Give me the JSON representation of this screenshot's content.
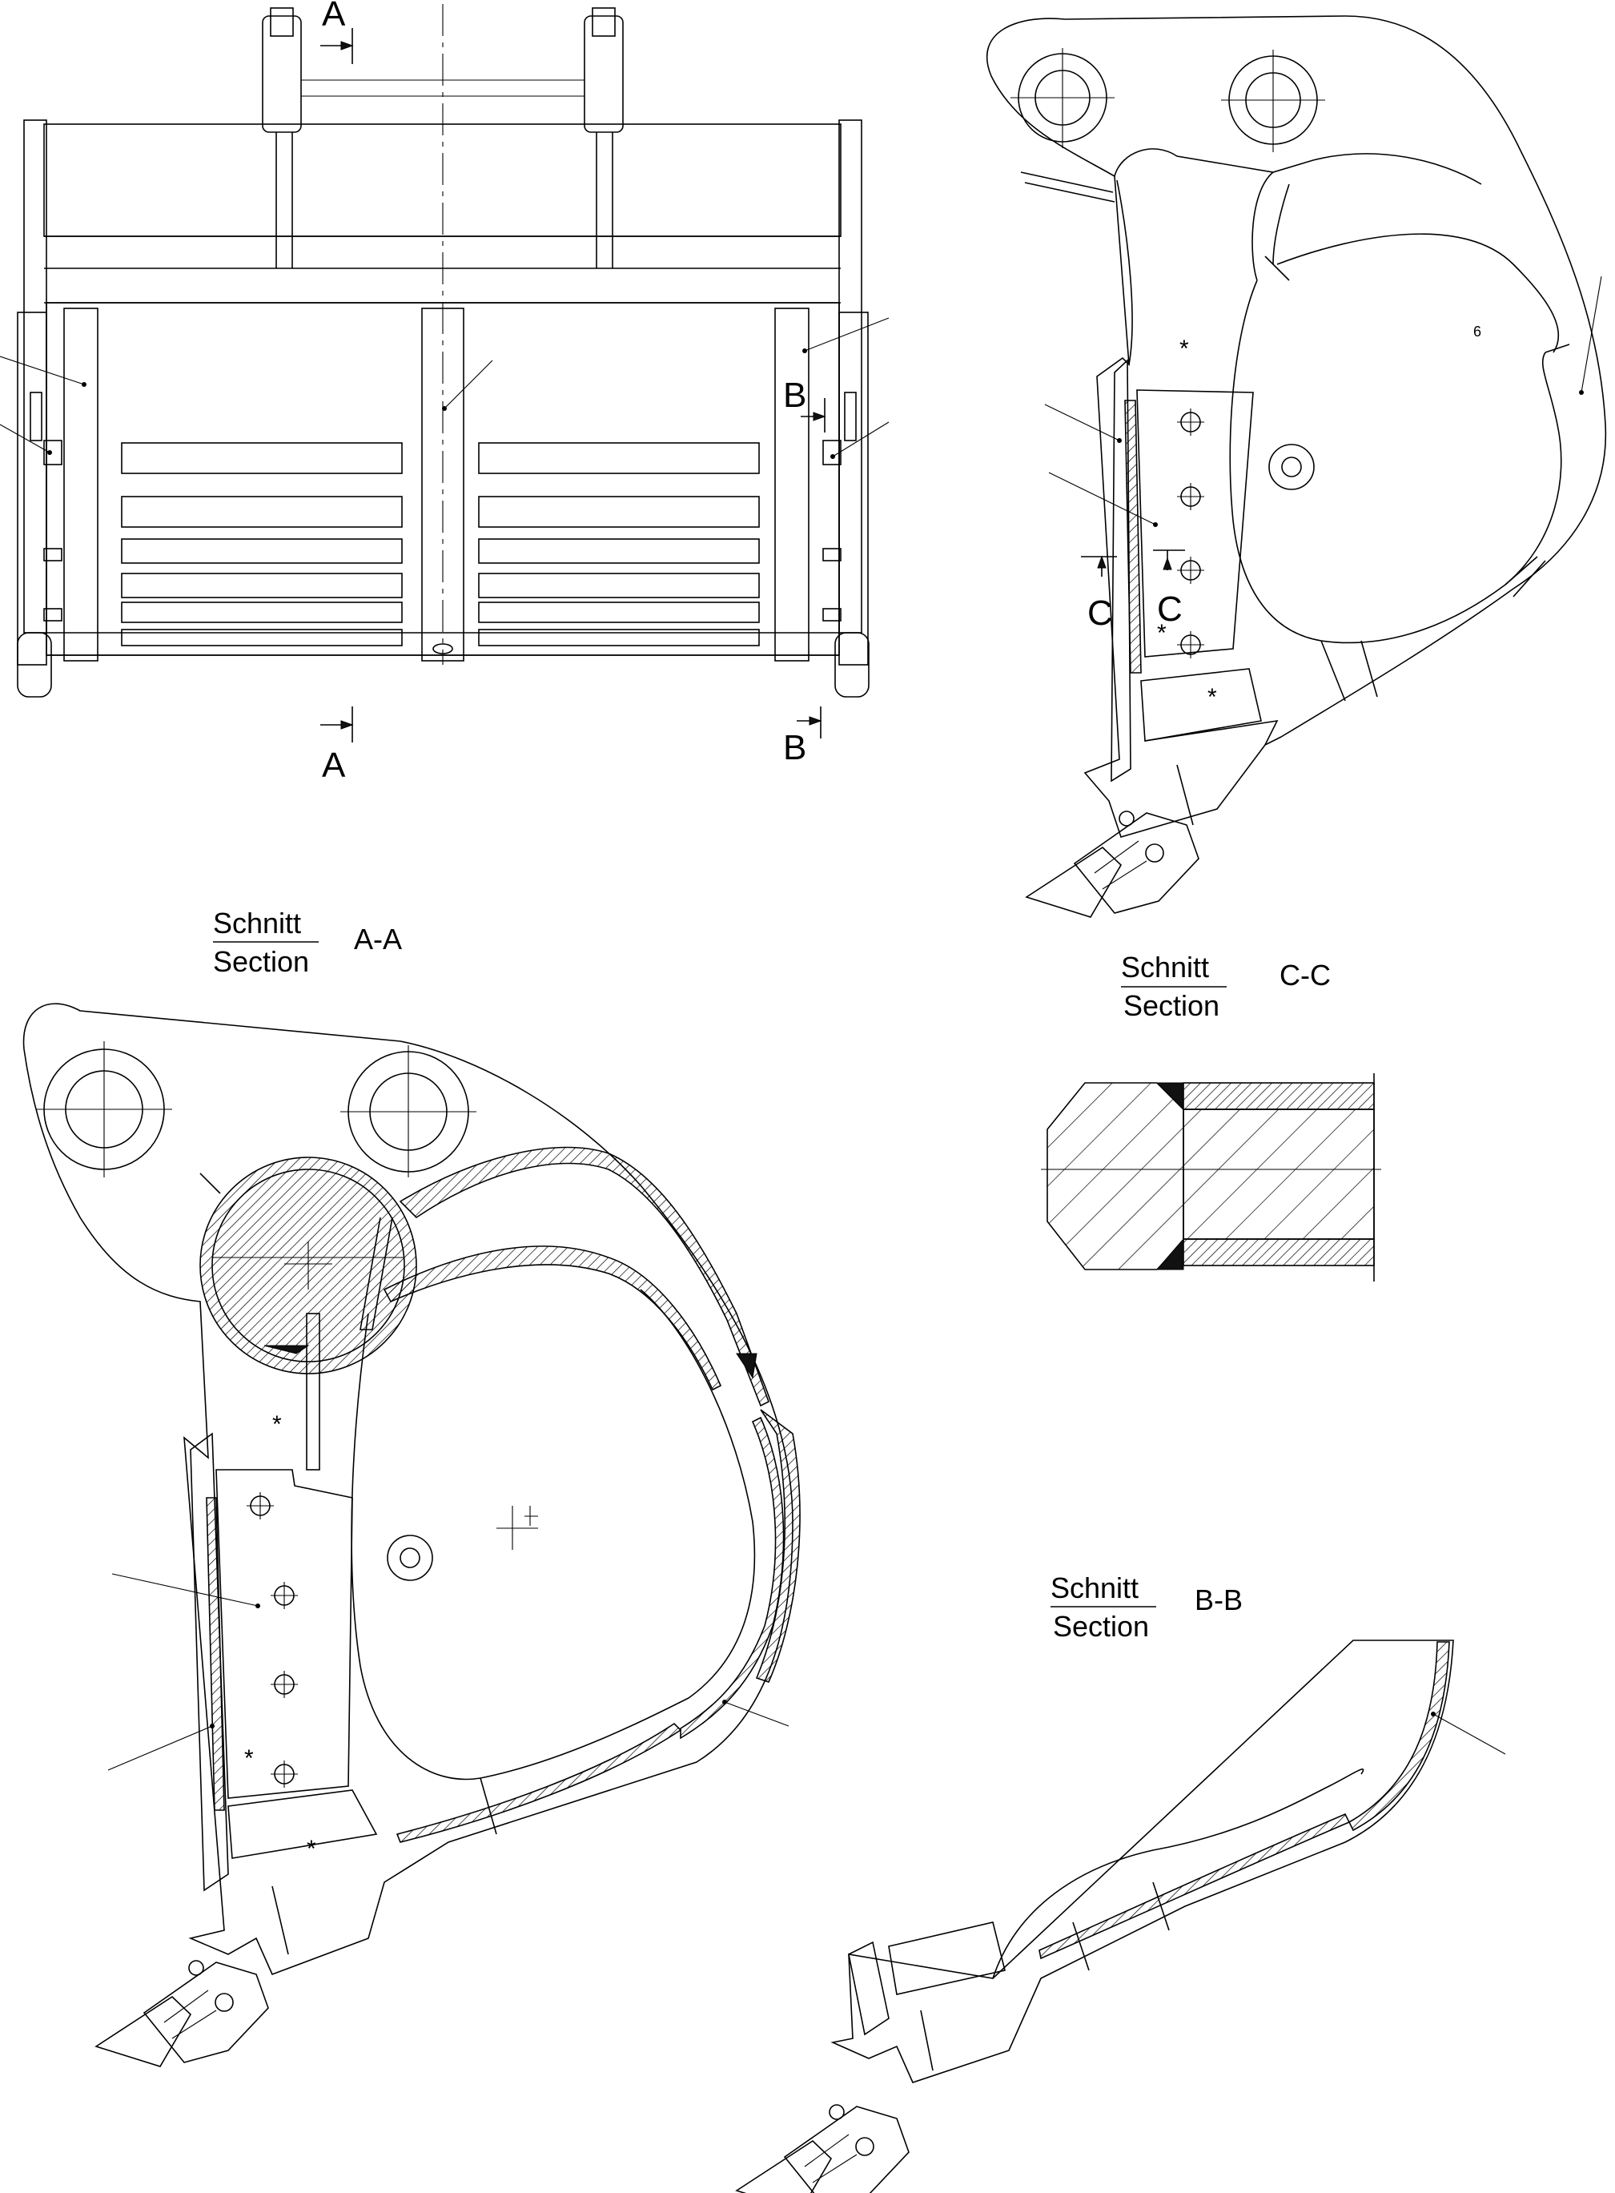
{
  "labels": {
    "section_a_top": "A",
    "section_a_bottom": "A",
    "section_b_top": "B",
    "section_b_bottom": "B",
    "section_c_left": "C",
    "section_c_right": "C",
    "part_number_6": "6",
    "weld_star": "*"
  },
  "section_titles": {
    "a_a": {
      "word_de": "Schnitt",
      "word_en": "Section",
      "id": "A-A"
    },
    "c_c": {
      "word_de": "Schnitt",
      "word_en": "Section",
      "id": "C-C"
    },
    "b_b": {
      "word_de": "Schnitt",
      "word_en": "Section",
      "id": "B-B"
    }
  }
}
